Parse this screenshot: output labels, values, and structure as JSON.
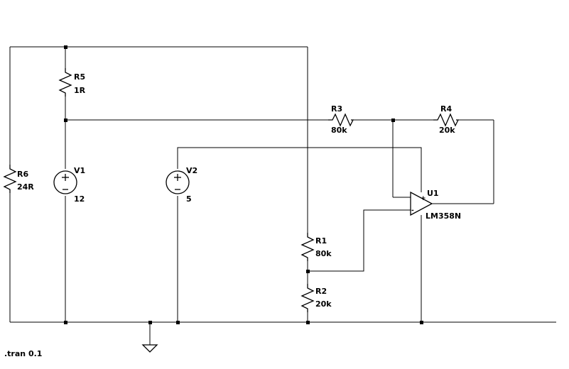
{
  "components": {
    "R5": {
      "ref": "R5",
      "value": "1R"
    },
    "R6": {
      "ref": "R6",
      "value": "24R"
    },
    "V1": {
      "ref": "V1",
      "value": "12"
    },
    "V2": {
      "ref": "V2",
      "value": "5"
    },
    "R3": {
      "ref": "R3",
      "value": "80k"
    },
    "R4": {
      "ref": "R4",
      "value": "20k"
    },
    "U1": {
      "ref": "U1",
      "value": "LM358N"
    },
    "R1": {
      "ref": "R1",
      "value": "80k"
    },
    "R2": {
      "ref": "R2",
      "value": "20k"
    }
  },
  "opamp_pins": {
    "noninverting": "+",
    "inverting": "-"
  },
  "directive": ".tran 0.1"
}
